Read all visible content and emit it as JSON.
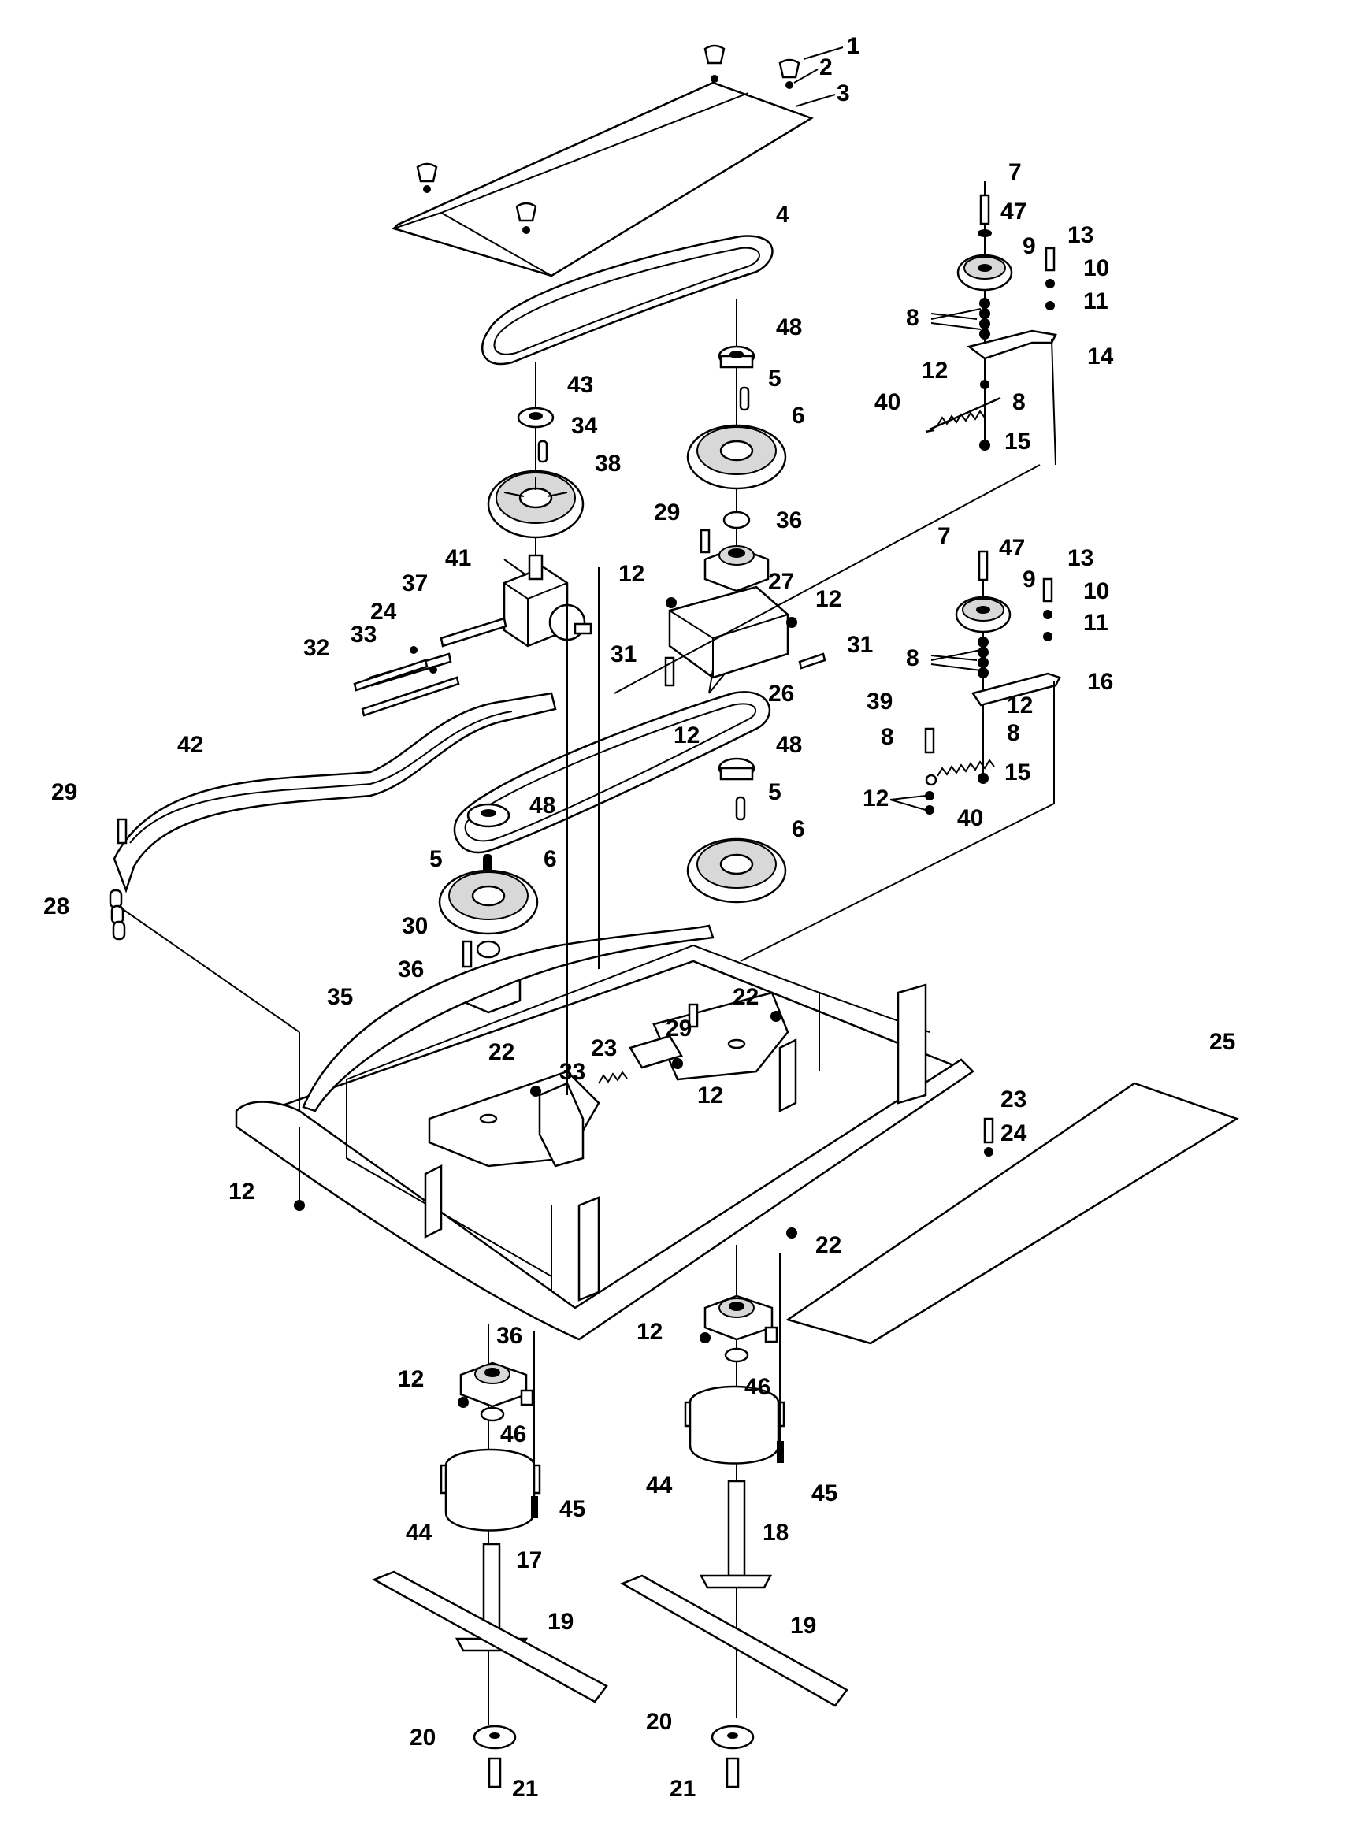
{
  "callouts": [
    {
      "id": "c1",
      "text": "1"
    },
    {
      "id": "c2",
      "text": "2"
    },
    {
      "id": "c3",
      "text": "3"
    },
    {
      "id": "c4",
      "text": "4"
    },
    {
      "id": "c7a",
      "text": "7"
    },
    {
      "id": "c47a",
      "text": "47"
    },
    {
      "id": "c9a",
      "text": "9"
    },
    {
      "id": "c13a",
      "text": "13"
    },
    {
      "id": "c10a",
      "text": "10"
    },
    {
      "id": "c11a",
      "text": "11"
    },
    {
      "id": "c8a",
      "text": "8"
    },
    {
      "id": "c14",
      "text": "14"
    },
    {
      "id": "c12a",
      "text": "12"
    },
    {
      "id": "c40a",
      "text": "40"
    },
    {
      "id": "c8b",
      "text": "8"
    },
    {
      "id": "c15a",
      "text": "15"
    },
    {
      "id": "c48a",
      "text": "48"
    },
    {
      "id": "c5a",
      "text": "5"
    },
    {
      "id": "c6a",
      "text": "6"
    },
    {
      "id": "c43",
      "text": "43"
    },
    {
      "id": "c34",
      "text": "34"
    },
    {
      "id": "c38",
      "text": "38"
    },
    {
      "id": "c29a",
      "text": "29"
    },
    {
      "id": "c36a",
      "text": "36"
    },
    {
      "id": "c41",
      "text": "41"
    },
    {
      "id": "c37",
      "text": "37"
    },
    {
      "id": "c24a",
      "text": "24"
    },
    {
      "id": "c33a",
      "text": "33"
    },
    {
      "id": "c32",
      "text": "32"
    },
    {
      "id": "c12b",
      "text": "12"
    },
    {
      "id": "c27",
      "text": "27"
    },
    {
      "id": "c12c",
      "text": "12"
    },
    {
      "id": "c31a",
      "text": "31"
    },
    {
      "id": "c31b",
      "text": "31"
    },
    {
      "id": "c12d",
      "text": "12"
    },
    {
      "id": "c26",
      "text": "26"
    },
    {
      "id": "c7b",
      "text": "7"
    },
    {
      "id": "c47b",
      "text": "47"
    },
    {
      "id": "c9b",
      "text": "9"
    },
    {
      "id": "c13b",
      "text": "13"
    },
    {
      "id": "c10b",
      "text": "10"
    },
    {
      "id": "c11b",
      "text": "11"
    },
    {
      "id": "c8c",
      "text": "8"
    },
    {
      "id": "c16",
      "text": "16"
    },
    {
      "id": "c39",
      "text": "39"
    },
    {
      "id": "c12e",
      "text": "12"
    },
    {
      "id": "c8d",
      "text": "8"
    },
    {
      "id": "c8e",
      "text": "8"
    },
    {
      "id": "c15b",
      "text": "15"
    },
    {
      "id": "c12f",
      "text": "12"
    },
    {
      "id": "c40b",
      "text": "40"
    },
    {
      "id": "c42",
      "text": "42"
    },
    {
      "id": "c29b",
      "text": "29"
    },
    {
      "id": "c48b",
      "text": "48"
    },
    {
      "id": "c48c",
      "text": "48"
    },
    {
      "id": "c5b",
      "text": "5"
    },
    {
      "id": "c6b",
      "text": "6"
    },
    {
      "id": "c5c",
      "text": "5"
    },
    {
      "id": "c6c",
      "text": "6"
    },
    {
      "id": "c28",
      "text": "28"
    },
    {
      "id": "c30",
      "text": "30"
    },
    {
      "id": "c36b",
      "text": "36"
    },
    {
      "id": "c35",
      "text": "35"
    },
    {
      "id": "c22a",
      "text": "22"
    },
    {
      "id": "c29c",
      "text": "29"
    },
    {
      "id": "c22b",
      "text": "22"
    },
    {
      "id": "c23a",
      "text": "23"
    },
    {
      "id": "c33b",
      "text": "33"
    },
    {
      "id": "c12g",
      "text": "12"
    },
    {
      "id": "c25",
      "text": "25"
    },
    {
      "id": "c23b",
      "text": "23"
    },
    {
      "id": "c24b",
      "text": "24"
    },
    {
      "id": "c12h",
      "text": "12"
    },
    {
      "id": "c22c",
      "text": "22"
    },
    {
      "id": "c36c",
      "text": "36"
    },
    {
      "id": "c12i",
      "text": "12"
    },
    {
      "id": "c12j",
      "text": "12"
    },
    {
      "id": "c46a",
      "text": "46"
    },
    {
      "id": "c46b",
      "text": "46"
    },
    {
      "id": "c44a",
      "text": "44"
    },
    {
      "id": "c45a",
      "text": "45"
    },
    {
      "id": "c44b",
      "text": "44"
    },
    {
      "id": "c45b",
      "text": "45"
    },
    {
      "id": "c18",
      "text": "18"
    },
    {
      "id": "c17",
      "text": "17"
    },
    {
      "id": "c19a",
      "text": "19"
    },
    {
      "id": "c19b",
      "text": "19"
    },
    {
      "id": "c20a",
      "text": "20"
    },
    {
      "id": "c20b",
      "text": "20"
    },
    {
      "id": "c21a",
      "text": "21"
    },
    {
      "id": "c21b",
      "text": "21"
    }
  ]
}
